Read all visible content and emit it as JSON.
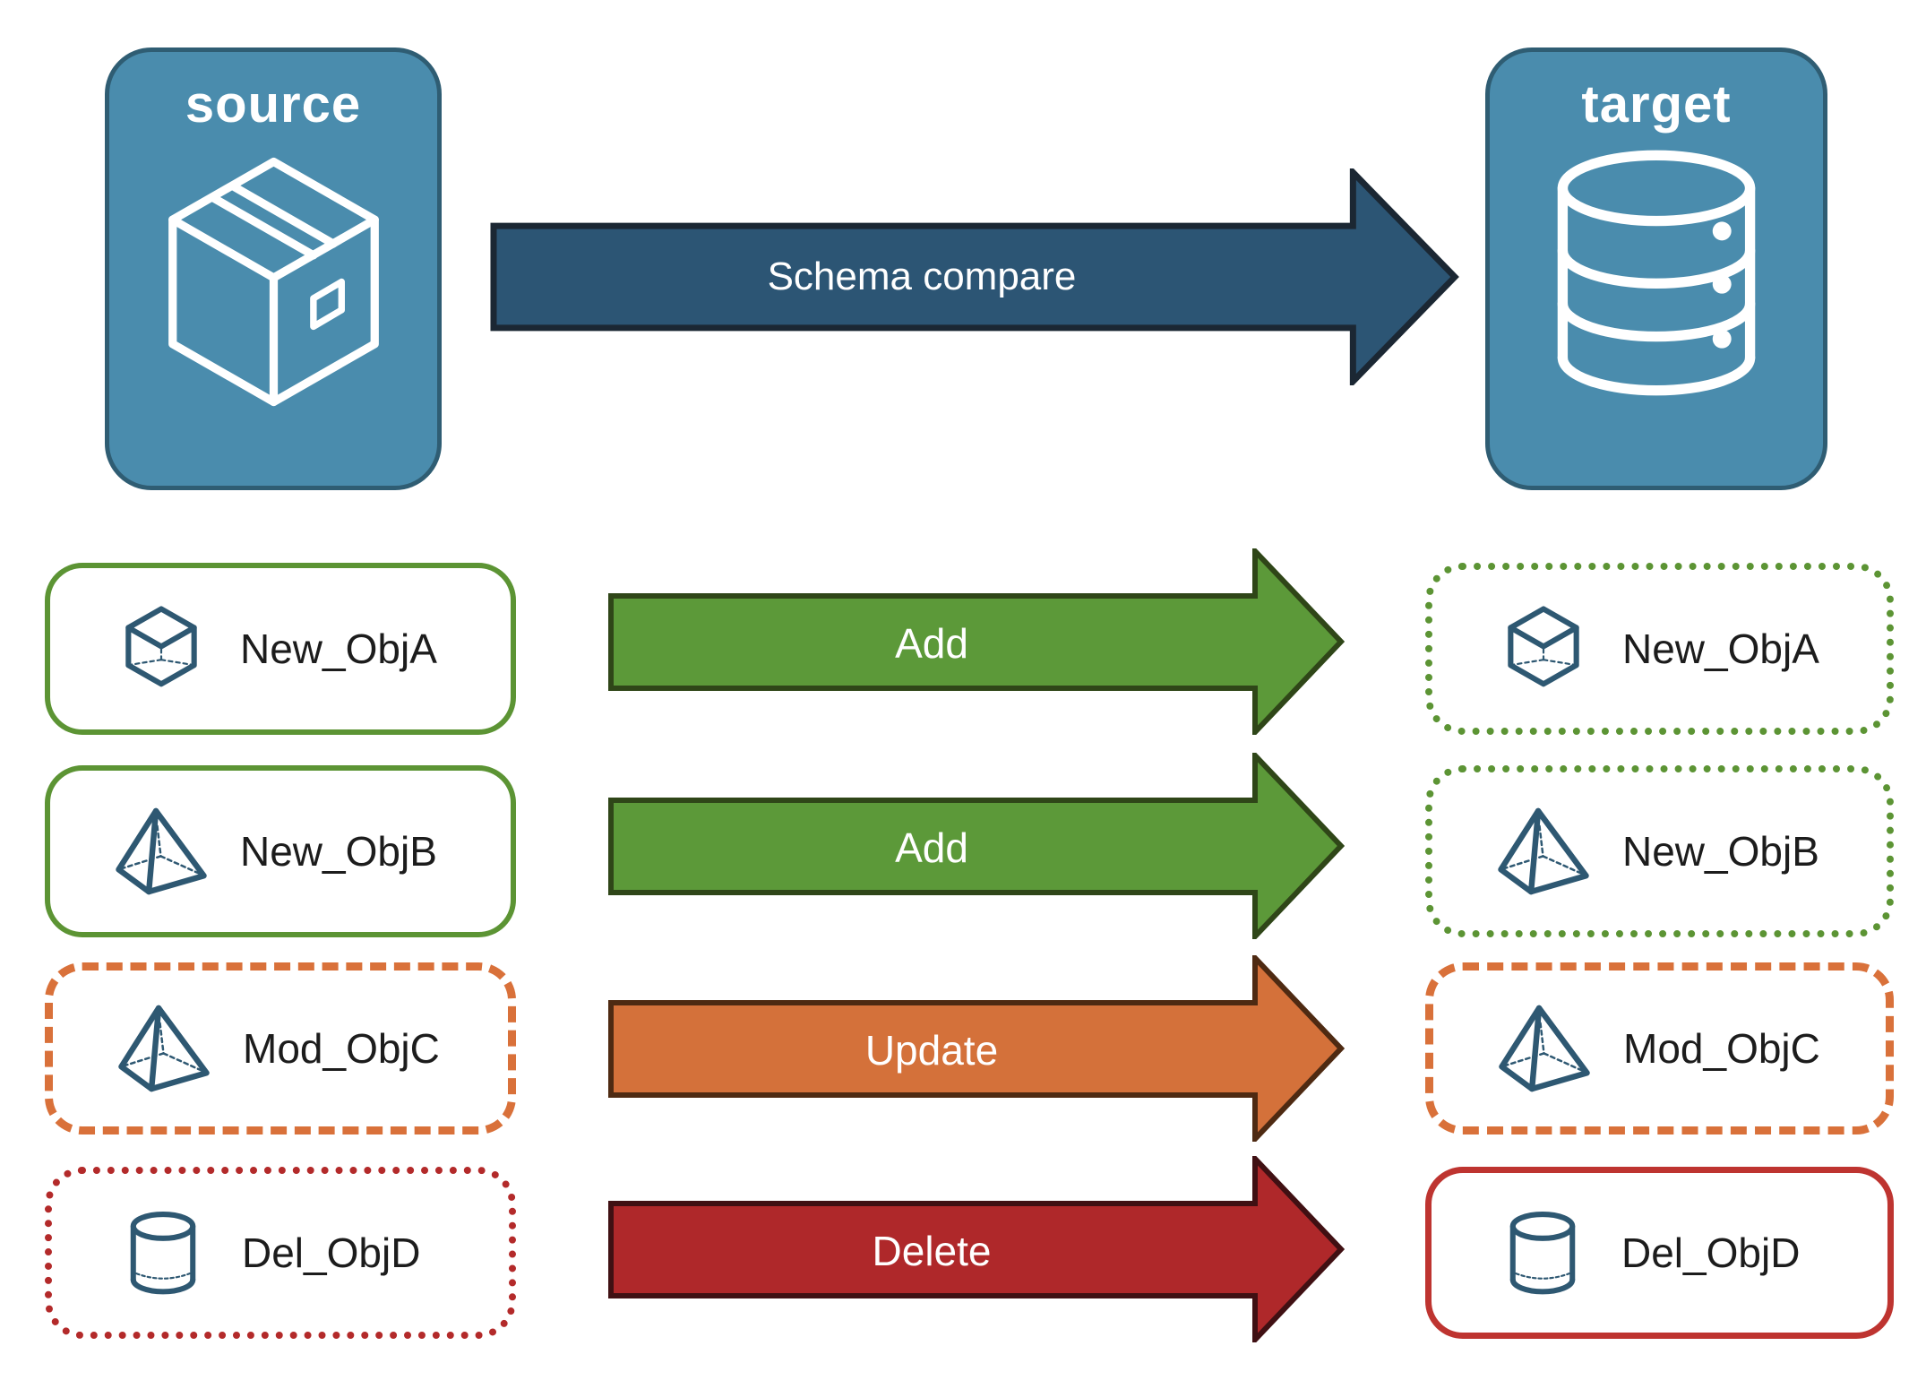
{
  "diagram": {
    "title_source": "source",
    "title_target": "target",
    "source_icon": "package-box-icon",
    "target_icon": "database-icon",
    "compare_label": "Schema compare",
    "rows": [
      {
        "source_label": "New_ObjA",
        "action": "Add",
        "target_label": "New_ObjA",
        "icon": "cube-icon"
      },
      {
        "source_label": "New_ObjB",
        "action": "Add",
        "target_label": "New_ObjB",
        "icon": "pyramid-icon"
      },
      {
        "source_label": "Mod_ObjC",
        "action": "Update",
        "target_label": "Mod_ObjC",
        "icon": "pyramid-icon"
      },
      {
        "source_label": "Del_ObjD",
        "action": "Delete",
        "target_label": "Del_ObjD",
        "icon": "cylinder-icon"
      }
    ],
    "colors": {
      "panel_fill": "#4A8CAD",
      "panel_border": "#2F5D73",
      "compare_arrow_fill": "#2C5574",
      "compare_arrow_border": "#1B2733",
      "add_green": "#5C9434",
      "add_arrow_fill": "#5C9939",
      "add_arrow_border": "#2F4618",
      "update_orange": "#D9713A",
      "update_arrow_fill": "#D4713A",
      "update_arrow_border": "#4E2A12",
      "delete_arrow_fill": "#AF282A",
      "delete_arrow_border": "#401013",
      "delete_dotted_red": "#B32A2A",
      "delete_solid_red": "#BE3430",
      "icon_blue": "#2E5872",
      "label_text": "#1C1C1C"
    }
  }
}
